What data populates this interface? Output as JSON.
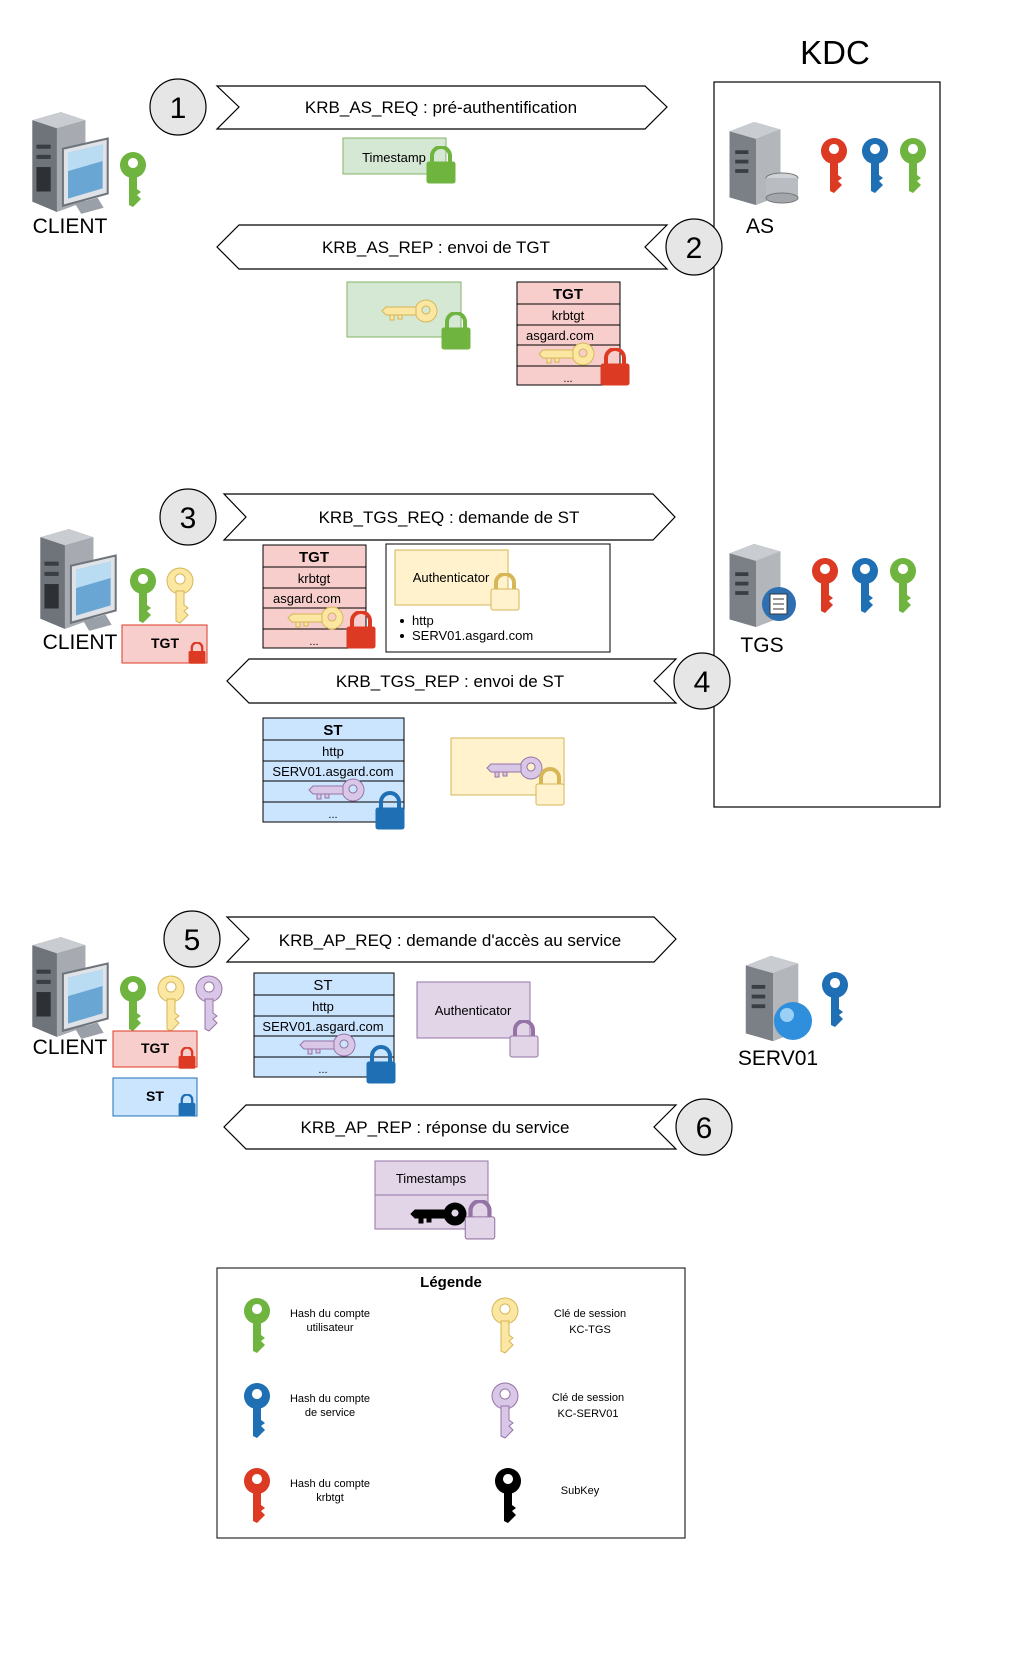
{
  "kdc_title": "KDC",
  "clients": [
    "CLIENT",
    "CLIENT",
    "CLIENT"
  ],
  "servers": {
    "as": "AS",
    "tgs": "TGS",
    "serv01": "SERV01"
  },
  "steps": [
    {
      "num": "1",
      "label": "KRB_AS_REQ : pré-authentification"
    },
    {
      "num": "2",
      "label": "KRB_AS_REP : envoi de TGT"
    },
    {
      "num": "3",
      "label": "KRB_TGS_REQ : demande de ST"
    },
    {
      "num": "4",
      "label": "KRB_TGS_REP : envoi de ST"
    },
    {
      "num": "5",
      "label": "KRB_AP_REQ : demande d'accès au service"
    },
    {
      "num": "6",
      "label": "KRB_AP_REP : réponse du service"
    }
  ],
  "timestamp": "Timestamp",
  "timestamps": "Timestamps",
  "tgt": {
    "title": "TGT",
    "rows": [
      "krbtgt",
      "asgard.com",
      "",
      "..."
    ]
  },
  "st": {
    "title": "ST",
    "rows": [
      "http",
      "SERV01.asgard.com",
      "",
      "..."
    ]
  },
  "authenticator": "Authenticator",
  "auth_list": [
    "http",
    "SERV01.asgard.com"
  ],
  "badges": {
    "tgt": "TGT",
    "st": "ST"
  },
  "legend": {
    "title": "Légende",
    "items": [
      {
        "label1": "Hash du compte",
        "label2": "utilisateur",
        "key_color": "#6fb43f"
      },
      {
        "label1": "Clé de session",
        "label2": "KC-TGS",
        "key_color": "#fbe7a1"
      },
      {
        "label1": "Hash du compte",
        "label2": "de service",
        "key_color": "#1f6fb5"
      },
      {
        "label1": "Clé de session",
        "label2": "KC-SERV01",
        "key_color": "#d9c7e8"
      },
      {
        "label1": "Hash du compte",
        "label2": "krbtgt",
        "key_color": "#dd3a24"
      },
      {
        "label1": "SubKey",
        "label2": "",
        "key_color": "#000000"
      }
    ]
  },
  "colors": {
    "green": "#6fb43f",
    "red": "#dd3a24",
    "blue": "#1f6fb5",
    "yellow": "#fbe7a1",
    "purple": "#d9c7e8",
    "black": "#000000"
  }
}
